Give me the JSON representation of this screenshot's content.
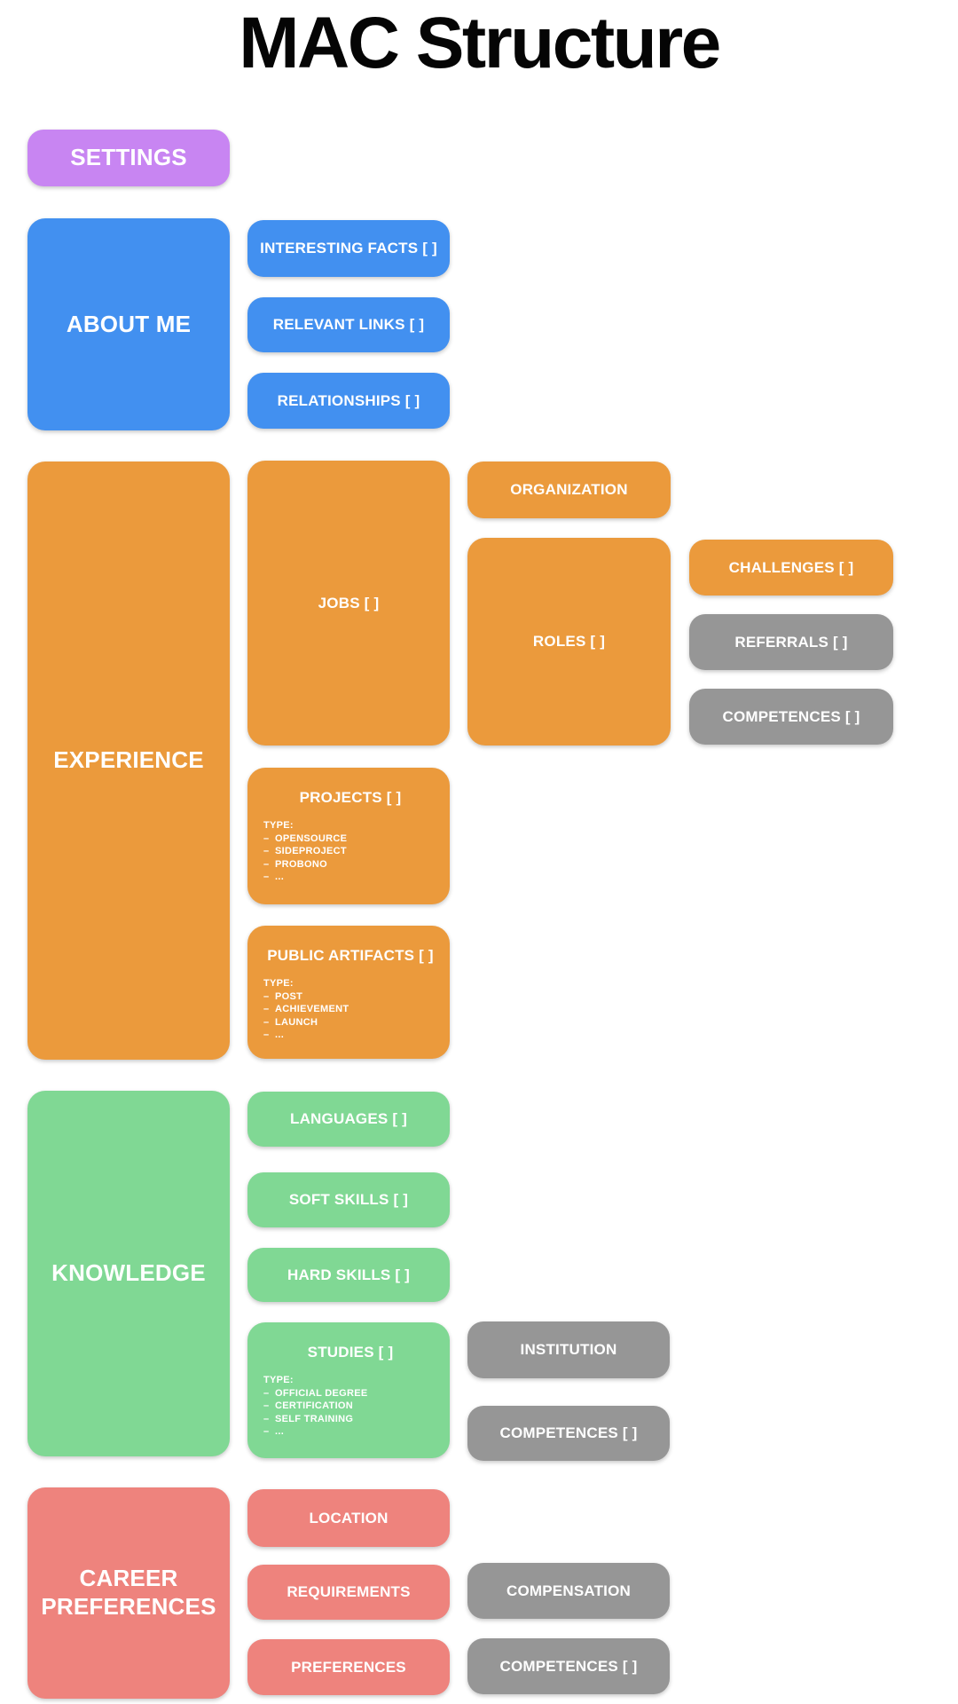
{
  "title": "MAC Structure",
  "palette": {
    "purple": "#c885f2",
    "blue": "#4290f0",
    "orange": "#eb9a3c",
    "gray": "#969696",
    "green": "#80d894",
    "salmon": "#ee837d",
    "label_text": "#ffffff",
    "title_text": "#050505",
    "background": "#ffffff"
  },
  "type_label": "TYPE:",
  "list_dash": "–",
  "settings": {
    "label": "SETTINGS"
  },
  "about_me": {
    "label": "ABOUT ME",
    "interesting_facts": "INTERESTING FACTS [ ]",
    "relevant_links": "RELEVANT LINKS [ ]",
    "relationships": "RELATIONSHIPS [ ]"
  },
  "experience": {
    "label": "EXPERIENCE",
    "jobs": {
      "label": "JOBS [ ]",
      "organization": "ORGANIZATION",
      "roles": {
        "label": "ROLES [ ]",
        "challenges": "CHALLENGES [ ]",
        "referrals": "REFERRALS [ ]",
        "competences": "COMPETENCES [ ]"
      }
    },
    "projects": {
      "label": "PROJECTS [ ]",
      "items": [
        "OPENSOURCE",
        "SIDEPROJECT",
        "PROBONO",
        "..."
      ]
    },
    "public_artifacts": {
      "label": "PUBLIC ARTIFACTS [ ]",
      "items": [
        "POST",
        "ACHIEVEMENT",
        "LAUNCH",
        "..."
      ]
    }
  },
  "knowledge": {
    "label": "KNOWLEDGE",
    "languages": "LANGUAGES [ ]",
    "soft_skills": "SOFT SKILLS [ ]",
    "hard_skills": "HARD SKILLS [ ]",
    "studies": {
      "label": "STUDIES [ ]",
      "items": [
        "OFFICIAL DEGREE",
        "CERTIFICATION",
        "SELF TRAINING",
        "..."
      ],
      "institution": "INSTITUTION",
      "competences": "COMPETENCES [ ]"
    }
  },
  "career_preferences": {
    "label": "CAREER PREFERENCES",
    "location": "LOCATION",
    "requirements": {
      "label": "REQUIREMENTS",
      "compensation": "COMPENSATION"
    },
    "preferences": {
      "label": "PREFERENCES",
      "competences": "COMPETENCES [ ]"
    }
  }
}
